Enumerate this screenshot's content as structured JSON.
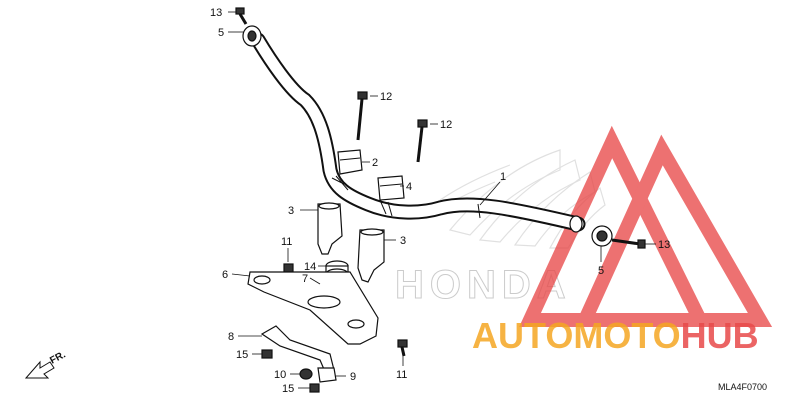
{
  "diagram": {
    "code": "MLA4F0700",
    "front_label": "FR.",
    "callouts": [
      {
        "id": "c13a",
        "label": "13"
      },
      {
        "id": "c5a",
        "label": "5"
      },
      {
        "id": "c12a",
        "label": "12"
      },
      {
        "id": "c12b",
        "label": "12"
      },
      {
        "id": "c2",
        "label": "2"
      },
      {
        "id": "c1",
        "label": "1"
      },
      {
        "id": "c4",
        "label": "4"
      },
      {
        "id": "c3a",
        "label": "3"
      },
      {
        "id": "c3b",
        "label": "3"
      },
      {
        "id": "c11a",
        "label": "11"
      },
      {
        "id": "c14",
        "label": "14"
      },
      {
        "id": "c7",
        "label": "7"
      },
      {
        "id": "c6",
        "label": "6"
      },
      {
        "id": "c8",
        "label": "8"
      },
      {
        "id": "c15a",
        "label": "15"
      },
      {
        "id": "c10",
        "label": "10"
      },
      {
        "id": "c15b",
        "label": "15"
      },
      {
        "id": "c9",
        "label": "9"
      },
      {
        "id": "c11b",
        "label": "11"
      },
      {
        "id": "c13b",
        "label": "13"
      },
      {
        "id": "c5b",
        "label": "5"
      }
    ]
  },
  "watermark": {
    "brand_left": "AUTOMOTO",
    "brand_right": "HUB",
    "maker": "HONDA",
    "color_red": "#e84a4a",
    "color_orange": "#f5a623"
  }
}
